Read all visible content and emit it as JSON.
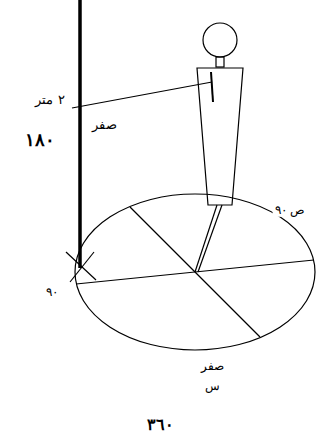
{
  "diagram": {
    "labels": [
      "٢ متر",
      "صفر",
      "١٨٠",
      "٩٠",
      "ص ٩٠",
      "صفر",
      "س",
      "٣٦٠"
    ]
  }
}
